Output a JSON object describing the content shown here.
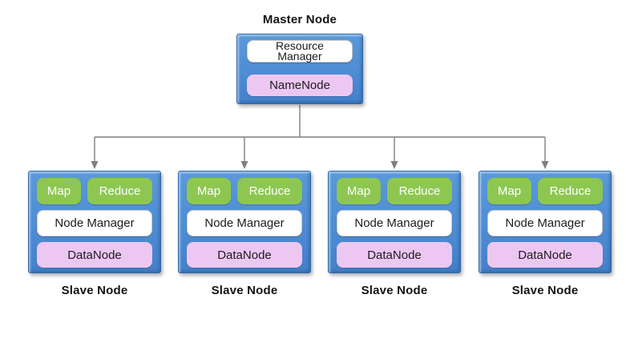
{
  "diagram": {
    "master": {
      "label": "Master Node",
      "resource_manager": [
        "Resource",
        "Manager"
      ],
      "namenode": "NameNode"
    },
    "slaves": [
      {
        "label": "Slave Node",
        "map": "Map",
        "reduce": "Reduce",
        "node_manager": "Node Manager",
        "datanode": "DataNode"
      },
      {
        "label": "Slave Node",
        "map": "Map",
        "reduce": "Reduce",
        "node_manager": "Node Manager",
        "datanode": "DataNode"
      },
      {
        "label": "Slave Node",
        "map": "Map",
        "reduce": "Reduce",
        "node_manager": "Node Manager",
        "datanode": "DataNode"
      },
      {
        "label": "Slave Node",
        "map": "Map",
        "reduce": "Reduce",
        "node_manager": "Node Manager",
        "datanode": "DataNode"
      }
    ],
    "colors": {
      "node_fill": "#4e8cd4",
      "node_border": "#2d69a5",
      "green": "#8dc751",
      "pink": "#ecc7f2",
      "white_box": "#ffffff",
      "connector": "#7f7f7f",
      "text_dark": "#1c1c1c",
      "text_on_green": "#ffffff"
    }
  }
}
